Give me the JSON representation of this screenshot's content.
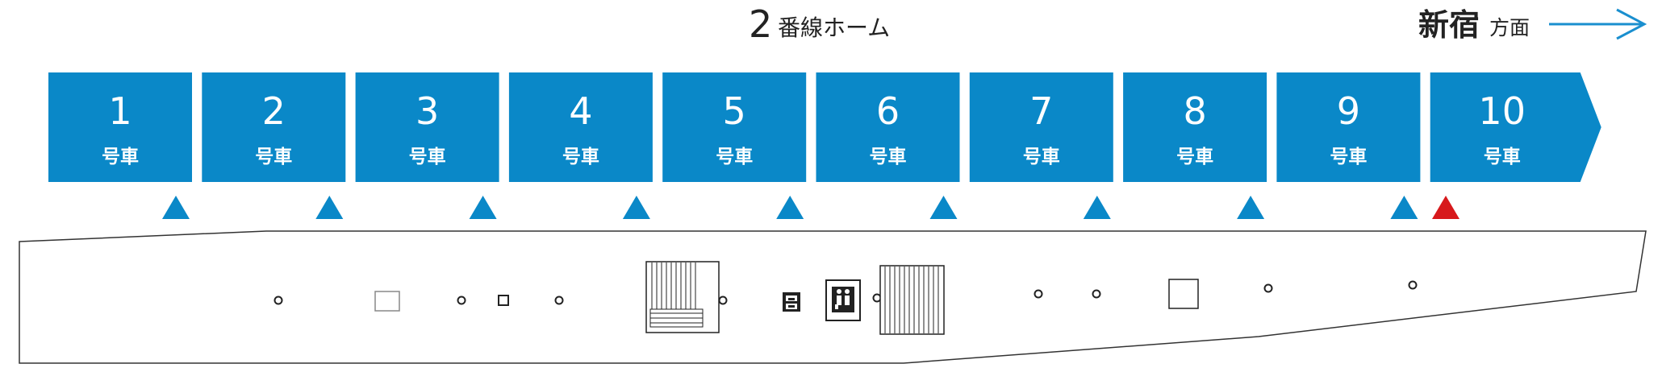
{
  "platform": {
    "number": "2",
    "label": "番線ホーム"
  },
  "direction": {
    "station": "新宿",
    "suffix": "方面",
    "arrow_color": "#1a8fcf"
  },
  "cars": [
    {
      "number": "1",
      "label": "号車"
    },
    {
      "number": "2",
      "label": "号車"
    },
    {
      "number": "3",
      "label": "号車"
    },
    {
      "number": "4",
      "label": "号車"
    },
    {
      "number": "5",
      "label": "号車"
    },
    {
      "number": "6",
      "label": "号車"
    },
    {
      "number": "7",
      "label": "号車"
    },
    {
      "number": "8",
      "label": "号車"
    },
    {
      "number": "9",
      "label": "号車"
    },
    {
      "number": "10",
      "label": "号車"
    }
  ],
  "car_color": "#0a88c8",
  "markers": [
    {
      "type": "door",
      "color": "#0a88c8"
    },
    {
      "type": "door",
      "color": "#0a88c8"
    },
    {
      "type": "door",
      "color": "#0a88c8"
    },
    {
      "type": "door",
      "color": "#0a88c8"
    },
    {
      "type": "door",
      "color": "#0a88c8"
    },
    {
      "type": "door",
      "color": "#0a88c8"
    },
    {
      "type": "door",
      "color": "#0a88c8"
    },
    {
      "type": "door",
      "color": "#0a88c8"
    },
    {
      "type": "door",
      "color": "#0a88c8"
    },
    {
      "type": "highlight",
      "color": "#d7191c"
    }
  ],
  "platform_features": [
    "pillar",
    "bench",
    "pillar",
    "small-box",
    "pillar",
    "stairs-escalator",
    "pillar",
    "elevator-icon",
    "toilet-icon",
    "pillar",
    "stairs",
    "pillar",
    "pillar",
    "box",
    "pillar",
    "pillar"
  ]
}
